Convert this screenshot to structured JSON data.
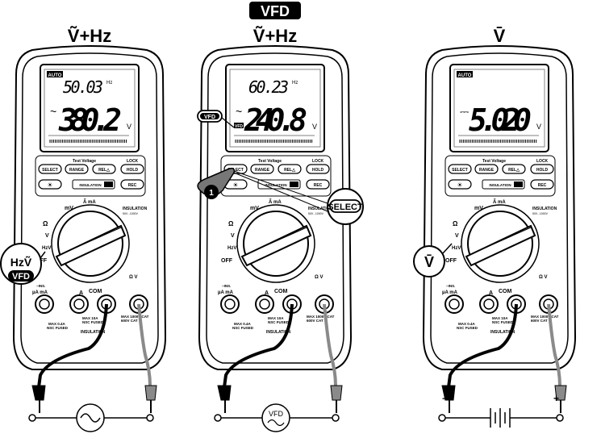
{
  "meters": [
    {
      "title": "Ṽ+Hz",
      "banner": "",
      "lcd": {
        "auto": "AUTO",
        "sub": "50.03",
        "sub_unit": "Hz",
        "mode_symbol": "~",
        "main": "380.2",
        "main_unit": "V",
        "vfd_tag": ""
      },
      "callout": {
        "line1": "HzṼ",
        "line2": "VFD"
      },
      "source": {
        "type": "ac",
        "label": ""
      }
    },
    {
      "title": "Ṽ+Hz",
      "banner": "VFD",
      "lcd": {
        "auto": "",
        "sub": "60.23",
        "sub_unit": "Hz",
        "mode_symbol": "~",
        "main": "240.8",
        "main_unit": "V",
        "vfd_tag": "VFD"
      },
      "callout": {
        "line1": "",
        "line2": ""
      },
      "source": {
        "type": "vfd",
        "label": "VFD"
      }
    },
    {
      "title": "V̄",
      "banner": "",
      "lcd": {
        "auto": "AUTO",
        "sub": "",
        "sub_unit": "",
        "mode_symbol": "⎓",
        "main": "5.020",
        "main_unit": "V",
        "vfd_tag": ""
      },
      "callout": {
        "line1": "V̄",
        "line2": ""
      },
      "source": {
        "type": "dc",
        "label": ""
      }
    }
  ],
  "vfd_left_badge": "VFD",
  "step_number": "1",
  "select_callout": "SELECT",
  "panel_labels": {
    "test_voltage": "Test Voltage",
    "lock": "LOCK",
    "select": "SELECT",
    "range": "RANGE",
    "rel": "REL△",
    "hold": "HOLD",
    "rec": "REC",
    "insulation_btn": "INSULATION",
    "mv": "mV",
    "a_ma": "Ã mA",
    "insulation": "INSULATION",
    "insulation_range": "50V...1000V",
    "ohm": "Ω",
    "v_sym": "V",
    "off": "OFF",
    "hz_v": "HzV",
    "jack_ua_ma": "µA mA",
    "jack_a": "A",
    "jack_com": "COM",
    "jack_ins": "−INS.",
    "jack_v": "Ω V",
    "max_1": "MAX 0.4A",
    "fused_1": "NSC FUSED",
    "max_2": "MAX 10A",
    "fused_2": "NSC FUSED",
    "max_3": "MAX 1000V CAT",
    "max_4": "600V CAT",
    "insulation_bottom": "INSULATION"
  },
  "polarity": {
    "minus": "−",
    "plus": "+"
  },
  "colors": {
    "ink": "#000000",
    "gray_lead": "#8a8a8a",
    "lcd_bg": "#ffffff"
  }
}
